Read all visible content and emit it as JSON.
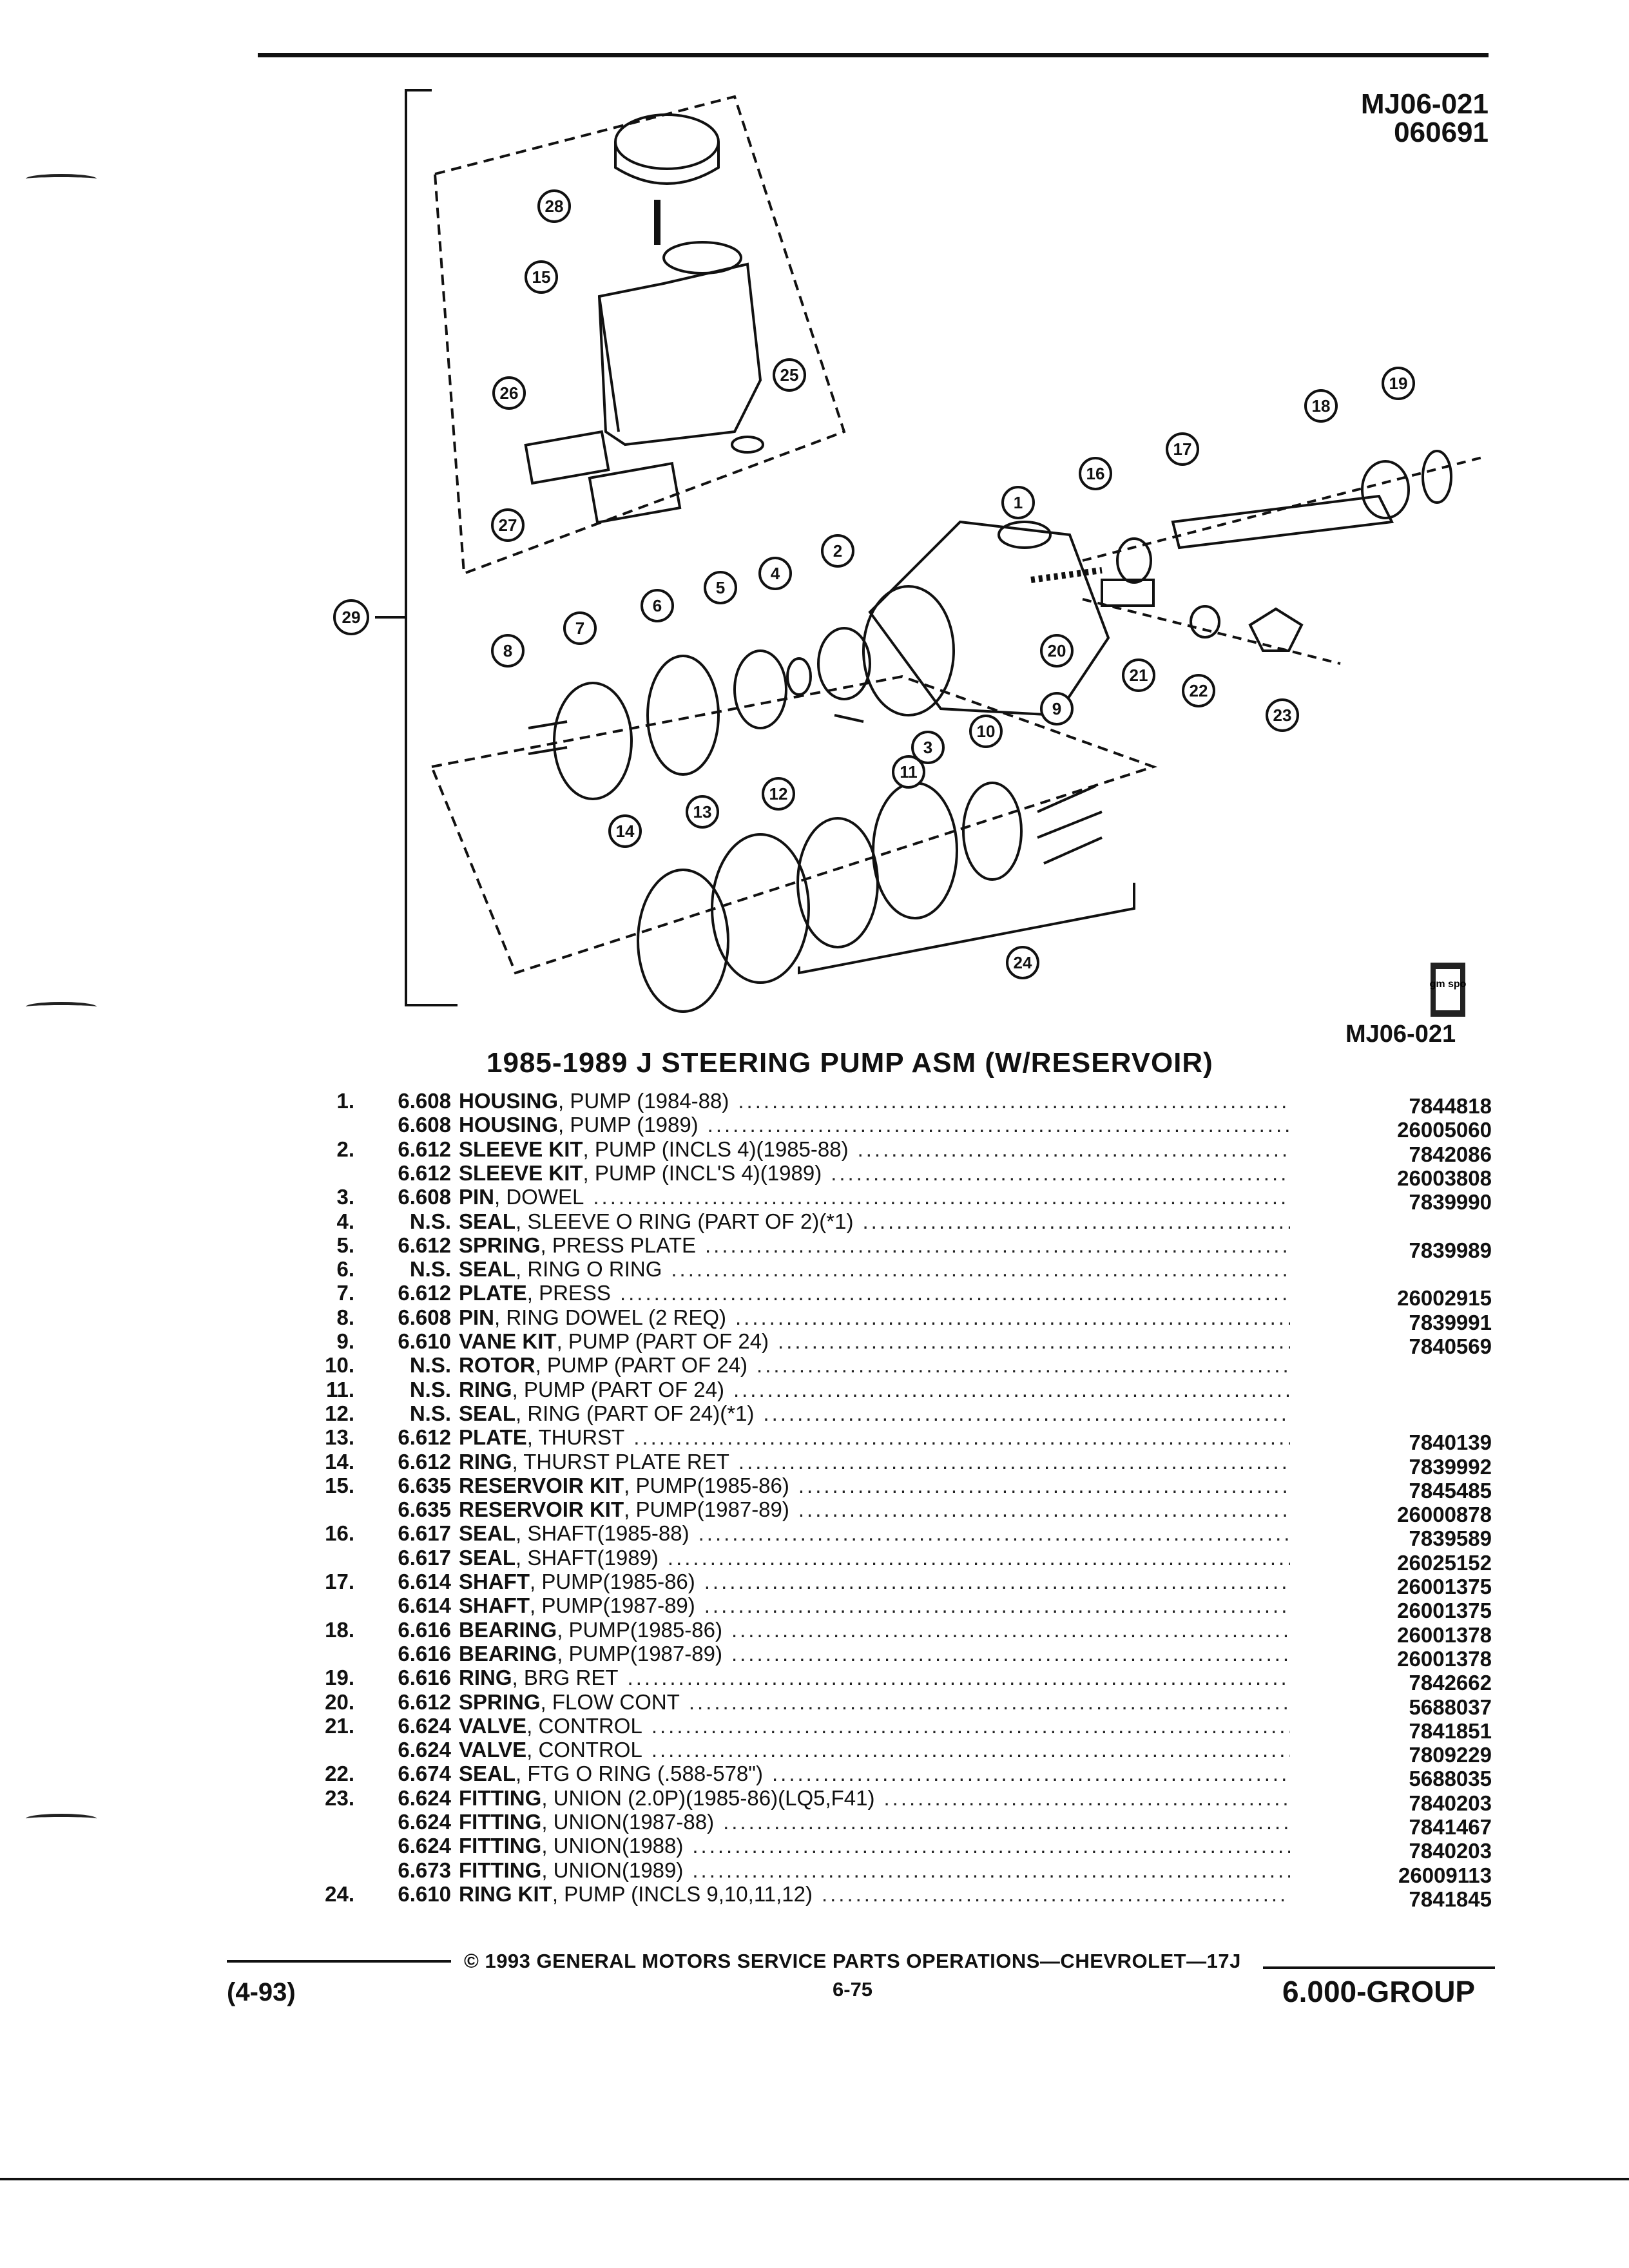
{
  "header": {
    "code": "MJ06-021",
    "date": "060691"
  },
  "diagram": {
    "callouts": [
      "1",
      "2",
      "3",
      "4",
      "5",
      "6",
      "7",
      "8",
      "9",
      "10",
      "11",
      "12",
      "13",
      "14",
      "15",
      "16",
      "17",
      "18",
      "19",
      "20",
      "21",
      "22",
      "23",
      "24",
      "25",
      "26",
      "27",
      "28",
      "29"
    ],
    "logo": "gm spo",
    "figure_code": "MJ06-021"
  },
  "list": {
    "title": "1985-1989 J STEERING PUMP ASM (W/RESERVOIR)",
    "rows": [
      {
        "ref": "1.",
        "group": "6.608",
        "name": "HOUSING",
        "detail": ", PUMP (1984-88)",
        "part": "7844818"
      },
      {
        "ref": "",
        "group": "6.608",
        "name": "HOUSING",
        "detail": ", PUMP (1989)",
        "part": "26005060"
      },
      {
        "ref": "2.",
        "group": "6.612",
        "name": "SLEEVE KIT",
        "detail": ", PUMP (INCLS 4)(1985-88)",
        "part": "7842086"
      },
      {
        "ref": "",
        "group": "6.612",
        "name": "SLEEVE KIT",
        "detail": ", PUMP (INCL'S 4)(1989)",
        "part": "26003808"
      },
      {
        "ref": "3.",
        "group": "6.608",
        "name": "PIN",
        "detail": ", DOWEL",
        "part": "7839990"
      },
      {
        "ref": "4.",
        "group": "N.S.",
        "name": "SEAL",
        "detail": ", SLEEVE O RING (PART OF 2)(*1)",
        "part": ""
      },
      {
        "ref": "5.",
        "group": "6.612",
        "name": "SPRING",
        "detail": ", PRESS PLATE",
        "part": "7839989"
      },
      {
        "ref": "6.",
        "group": "N.S.",
        "name": "SEAL",
        "detail": ", RING O RING",
        "part": ""
      },
      {
        "ref": "7.",
        "group": "6.612",
        "name": "PLATE",
        "detail": ", PRESS",
        "part": "26002915"
      },
      {
        "ref": "8.",
        "group": "6.608",
        "name": "PIN",
        "detail": ", RING DOWEL (2 REQ)",
        "part": "7839991"
      },
      {
        "ref": "9.",
        "group": "6.610",
        "name": "VANE KIT",
        "detail": ", PUMP (PART OF 24)",
        "part": "7840569"
      },
      {
        "ref": "10.",
        "group": "N.S.",
        "name": "ROTOR",
        "detail": ", PUMP (PART OF 24)",
        "part": ""
      },
      {
        "ref": "11.",
        "group": "N.S.",
        "name": "RING",
        "detail": ", PUMP (PART OF 24)",
        "part": ""
      },
      {
        "ref": "12.",
        "group": "N.S.",
        "name": "SEAL",
        "detail": ", RING (PART OF 24)(*1)",
        "part": ""
      },
      {
        "ref": "13.",
        "group": "6.612",
        "name": "PLATE",
        "detail": ", THURST",
        "part": "7840139"
      },
      {
        "ref": "14.",
        "group": "6.612",
        "name": "RING",
        "detail": ", THURST PLATE RET",
        "part": "7839992"
      },
      {
        "ref": "15.",
        "group": "6.635",
        "name": "RESERVOIR KIT",
        "detail": ", PUMP(1985-86)",
        "part": "7845485"
      },
      {
        "ref": "",
        "group": "6.635",
        "name": "RESERVOIR KIT",
        "detail": ", PUMP(1987-89)",
        "part": "26000878"
      },
      {
        "ref": "16.",
        "group": "6.617",
        "name": "SEAL",
        "detail": ", SHAFT(1985-88)",
        "part": "7839589"
      },
      {
        "ref": "",
        "group": "6.617",
        "name": "SEAL",
        "detail": ", SHAFT(1989)",
        "part": "26025152"
      },
      {
        "ref": "17.",
        "group": "6.614",
        "name": "SHAFT",
        "detail": ", PUMP(1985-86)",
        "part": "26001375"
      },
      {
        "ref": "",
        "group": "6.614",
        "name": "SHAFT",
        "detail": ", PUMP(1987-89)",
        "part": "26001375"
      },
      {
        "ref": "18.",
        "group": "6.616",
        "name": "BEARING",
        "detail": ", PUMP(1985-86)",
        "part": "26001378"
      },
      {
        "ref": "",
        "group": "6.616",
        "name": "BEARING",
        "detail": ", PUMP(1987-89)",
        "part": "26001378"
      },
      {
        "ref": "19.",
        "group": "6.616",
        "name": "RING",
        "detail": ", BRG RET",
        "part": "7842662"
      },
      {
        "ref": "20.",
        "group": "6.612",
        "name": "SPRING",
        "detail": ", FLOW CONT",
        "part": "5688037"
      },
      {
        "ref": "21.",
        "group": "6.624",
        "name": "VALVE",
        "detail": ", CONTROL",
        "part": "7841851"
      },
      {
        "ref": "",
        "group": "6.624",
        "name": "VALVE",
        "detail": ", CONTROL",
        "part": "7809229"
      },
      {
        "ref": "22.",
        "group": "6.674",
        "name": "SEAL",
        "detail": ", FTG O RING (.588-578\")",
        "part": "5688035"
      },
      {
        "ref": "23.",
        "group": "6.624",
        "name": "FITTING",
        "detail": ", UNION (2.0P)(1985-86)(LQ5,F41)",
        "part": "7840203"
      },
      {
        "ref": "",
        "group": "6.624",
        "name": "FITTING",
        "detail": ", UNION(1987-88)",
        "part": "7841467"
      },
      {
        "ref": "",
        "group": "6.624",
        "name": "FITTING",
        "detail": ", UNION(1988)",
        "part": "7840203"
      },
      {
        "ref": "",
        "group": "6.673",
        "name": "FITTING",
        "detail": ", UNION(1989)",
        "part": "26009113"
      },
      {
        "ref": "24.",
        "group": "6.610",
        "name": "RING KIT",
        "detail": ", PUMP (INCLS 9,10,11,12)",
        "part": "7841845"
      }
    ]
  },
  "footer": {
    "copyright": "© 1993 GENERAL MOTORS SERVICE PARTS OPERATIONS—CHEVROLET—17J",
    "page": "6-75",
    "revision": "(4-93)",
    "group": "6.000-GROUP"
  }
}
